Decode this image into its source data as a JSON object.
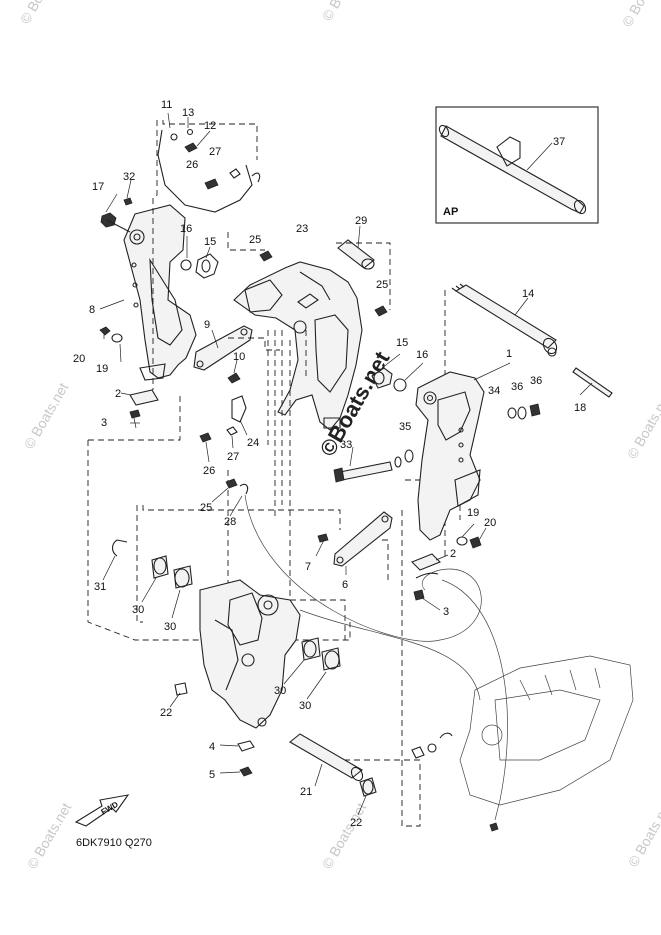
{
  "diagram_code": "6DK7910 Q270",
  "inset_label": "AP",
  "fwd_label": "FWD",
  "watermark_text": "© Boats.net",
  "watermark_center_text": "©Boats.net",
  "callouts": [
    {
      "id": "c11",
      "text": "11"
    },
    {
      "id": "c13",
      "text": "13"
    },
    {
      "id": "c12",
      "text": "12"
    },
    {
      "id": "c27a",
      "text": "27"
    },
    {
      "id": "c26a",
      "text": "26"
    },
    {
      "id": "c17",
      "text": "17"
    },
    {
      "id": "c32",
      "text": "32"
    },
    {
      "id": "c16a",
      "text": "16"
    },
    {
      "id": "c15a",
      "text": "15"
    },
    {
      "id": "c25a",
      "text": "25"
    },
    {
      "id": "c23",
      "text": "23"
    },
    {
      "id": "c29",
      "text": "29"
    },
    {
      "id": "c37",
      "text": "37"
    },
    {
      "id": "c25b",
      "text": "25"
    },
    {
      "id": "c8",
      "text": "8"
    },
    {
      "id": "c9",
      "text": "9"
    },
    {
      "id": "c14",
      "text": "14"
    },
    {
      "id": "c20a",
      "text": "20"
    },
    {
      "id": "c19a",
      "text": "19"
    },
    {
      "id": "c10",
      "text": "10"
    },
    {
      "id": "c15b",
      "text": "15"
    },
    {
      "id": "c16b",
      "text": "16"
    },
    {
      "id": "c1",
      "text": "1"
    },
    {
      "id": "c2a",
      "text": "2"
    },
    {
      "id": "c36a",
      "text": "36"
    },
    {
      "id": "c36b",
      "text": "36"
    },
    {
      "id": "c18",
      "text": "18"
    },
    {
      "id": "c3a",
      "text": "3"
    },
    {
      "id": "c34",
      "text": "34"
    },
    {
      "id": "c35",
      "text": "35"
    },
    {
      "id": "c24",
      "text": "24"
    },
    {
      "id": "c33",
      "text": "33"
    },
    {
      "id": "c26b",
      "text": "26"
    },
    {
      "id": "c27b",
      "text": "27"
    },
    {
      "id": "c25c",
      "text": "25"
    },
    {
      "id": "c28",
      "text": "28"
    },
    {
      "id": "c19b",
      "text": "19"
    },
    {
      "id": "c20b",
      "text": "20"
    },
    {
      "id": "c7",
      "text": "7"
    },
    {
      "id": "c2b",
      "text": "2"
    },
    {
      "id": "c6",
      "text": "6"
    },
    {
      "id": "c31",
      "text": "31"
    },
    {
      "id": "c3b",
      "text": "3"
    },
    {
      "id": "c30a",
      "text": "30"
    },
    {
      "id": "c30b",
      "text": "30"
    },
    {
      "id": "c30c",
      "text": "30"
    },
    {
      "id": "c30d",
      "text": "30"
    },
    {
      "id": "c22a",
      "text": "22"
    },
    {
      "id": "c4",
      "text": "4"
    },
    {
      "id": "c5",
      "text": "5"
    },
    {
      "id": "c21",
      "text": "21"
    },
    {
      "id": "c22b",
      "text": "22"
    }
  ]
}
